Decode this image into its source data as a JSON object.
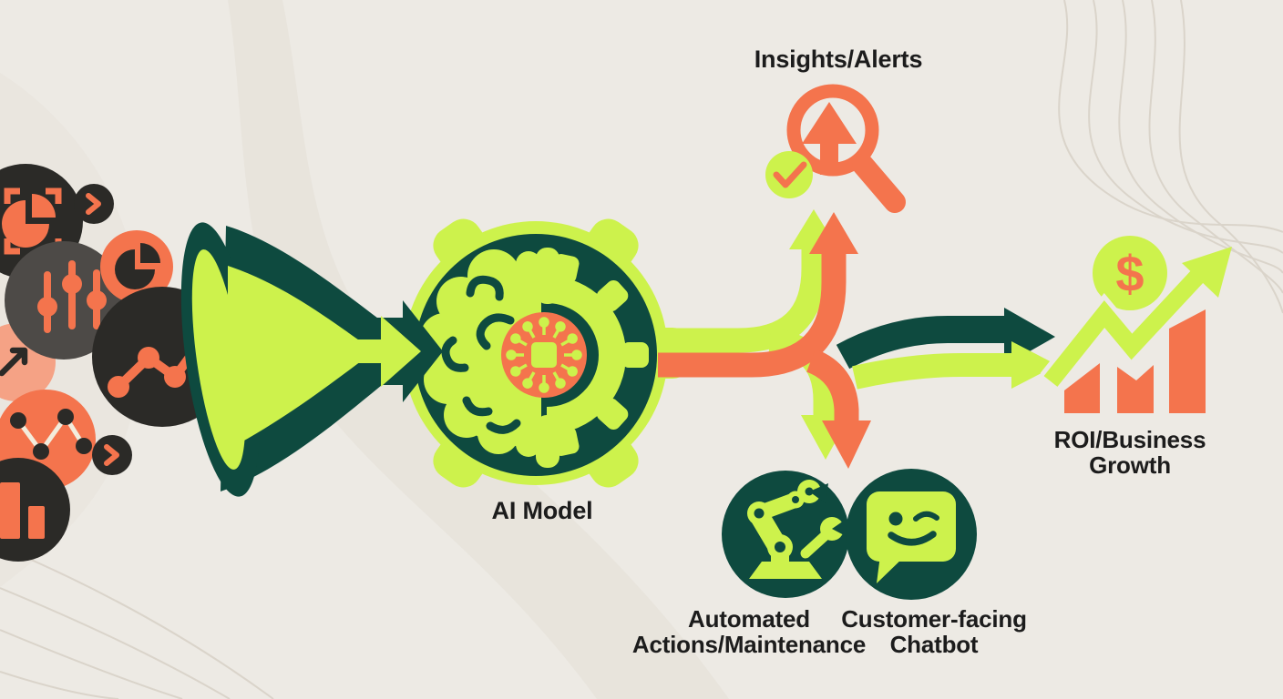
{
  "diagram_type": "ai-data-pipeline-flow",
  "labels": {
    "insights": "Insights/Alerts",
    "ai_model": "AI Model",
    "automation_line1": "Automated",
    "automation_line2": "Actions/Maintenance",
    "chatbot_line1": "Customer-facing",
    "chatbot_line2": "Chatbot",
    "roi_line1": "ROI/Business",
    "roi_line2": "Growth",
    "currency_symbol": "$"
  },
  "icons": [
    "pie-chart-icon",
    "chevron-right-icon",
    "sliders-icon",
    "line-chart-icon",
    "trend-arrow-icon",
    "bar-chart-icon",
    "funnel-icon",
    "brain-icon",
    "gear-icon",
    "chip-icon",
    "magnifier-icon",
    "check-icon",
    "robot-arm-icon",
    "wrench-icon",
    "chat-bubble-icon",
    "dollar-coin-icon",
    "growth-arrow-icon"
  ],
  "colors": {
    "background": "#edeae4",
    "lime": "#cdf24c",
    "dark_teal": "#0e4a3f",
    "orange": "#f4744d",
    "charcoal": "#2b2a27",
    "slate_gray": "#4d4a47",
    "salmon": "#f5a285",
    "contour_line": "#d8d2c8",
    "text": "#1c1c1c"
  },
  "flow": {
    "source": "data-source-icons",
    "through": [
      "funnel",
      "ai-model"
    ],
    "outputs": [
      "insights-alerts",
      "automated-actions-maintenance",
      "customer-facing-chatbot",
      "roi-business-growth"
    ]
  }
}
